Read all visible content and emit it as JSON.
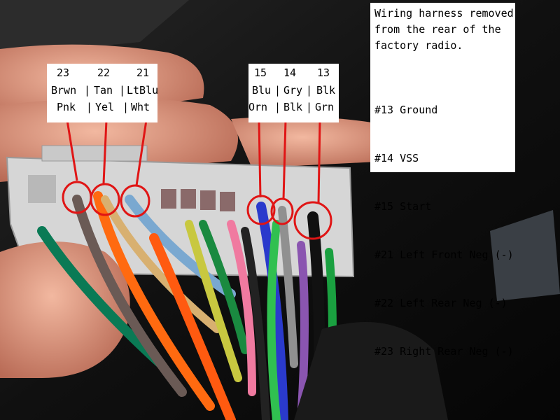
{
  "left_label": {
    "pins": [
      {
        "number": "23",
        "color1": "Brwn",
        "color2": "Pnk"
      },
      {
        "number": "22",
        "color1": "Tan",
        "color2": "Yel"
      },
      {
        "number": "21",
        "color1": "LtBlu",
        "color2": "Wht"
      }
    ]
  },
  "right_label": {
    "pins": [
      {
        "number": "15",
        "color1": "Blu",
        "color2": "Orn"
      },
      {
        "number": "14",
        "color1": "Gry",
        "color2": "Blk"
      },
      {
        "number": "13",
        "color1": "Blk",
        "color2": "Grn"
      }
    ]
  },
  "separator": "|",
  "notes": {
    "heading": [
      "Wiring harness removed",
      "from the rear of the",
      "factory radio."
    ],
    "items": [
      "#13 Ground",
      "#14 VSS",
      "#15 Start",
      "#21 Left Front Neg (-)",
      "#22 Left Rear Neg (-)",
      "#23 Right Rear Neg (-)"
    ]
  },
  "colors": {
    "circle": "#e01515",
    "label_bg": "#ffffff",
    "text": "#000000",
    "connector": "#d9d9d9",
    "skin": "#e8a38a"
  }
}
